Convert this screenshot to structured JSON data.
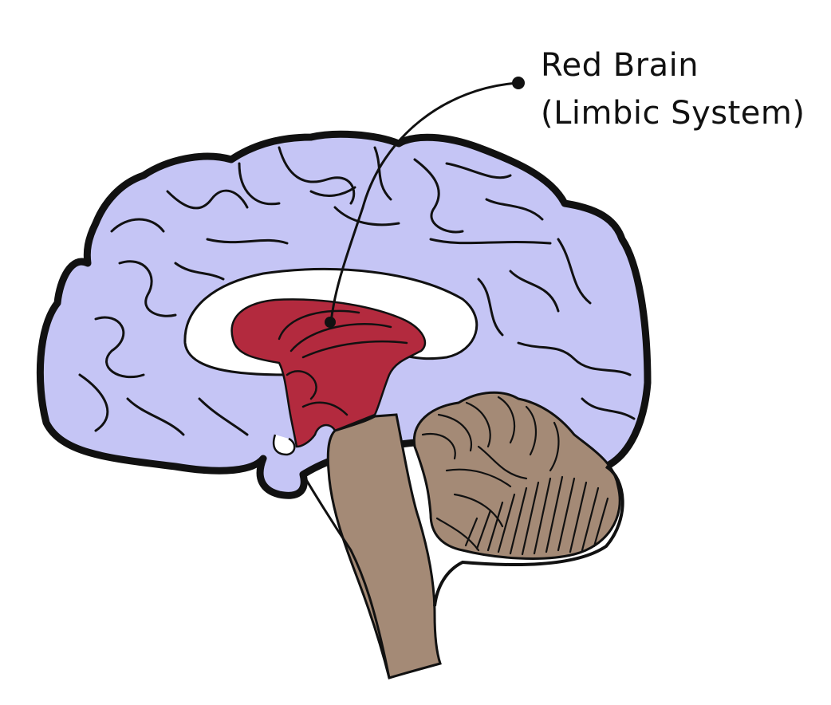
{
  "callout": {
    "line1": "Red Brain",
    "line2": "(Limbic System)"
  },
  "colors": {
    "cerebrum": "#c5c5f5",
    "limbic": "#b32a3e",
    "brainstem": "#a48a76",
    "cerebellum": "#a48a76",
    "outline": "#111111",
    "background": "#ffffff"
  },
  "regions": [
    "cerebrum",
    "limbic-system",
    "brainstem",
    "cerebellum",
    "corpus-callosum"
  ]
}
